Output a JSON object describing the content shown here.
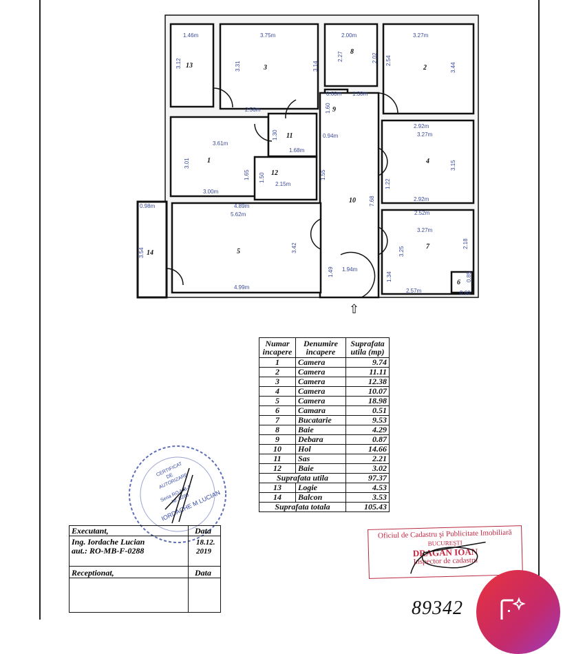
{
  "plan": {
    "rooms": [
      "1",
      "2",
      "3",
      "4",
      "5",
      "6",
      "7",
      "8",
      "9",
      "10",
      "11",
      "12",
      "13",
      "14"
    ],
    "dims": {
      "d13w": "1.46m",
      "d3w": "3.75m",
      "d8w": "2.00m",
      "d2w": "3.27m",
      "d13h": "3.12",
      "d3h": "3.31",
      "d3h2": "3.14",
      "d8h": "2.27",
      "d8h2": "2.02",
      "d2h": "2.54",
      "d2h2": "3.44",
      "d9w": "0.60m",
      "d9b": "1.30m",
      "d9h": "1.60",
      "d3b": "2.56m",
      "d11a": "0.94m",
      "d1w": "3.61m",
      "d11w": "1.68m",
      "d11h": "1.30",
      "d1h": "3.01",
      "d1h2": "1.65",
      "d12h": "1.50",
      "d12w": "2.15m",
      "d10h": "1.55",
      "d10h2": "7.68",
      "d1b": "3.00m",
      "d4a": "2.92m",
      "d4b": "3.27m",
      "d4h": "3.15",
      "d4h2": "1.22",
      "d4c": "2.92m",
      "d5a": "4.89m",
      "d14w": "0.98m",
      "d5b": "5.62m",
      "d14h": "3.54",
      "d5h": "3.42",
      "d10b": "1.49",
      "d10w": "1.94m",
      "d5c": "4.99m",
      "d7a": "2.52m",
      "d7b": "3.27m",
      "d7h": "2.18",
      "d7h2": "3.25",
      "d7h3": "1.34",
      "d7c": "2.57m",
      "d6h": "0.85",
      "d6w": "0.60"
    },
    "entrance_arrow": "⇧"
  },
  "table": {
    "headers": [
      [
        "Numar",
        "incapere"
      ],
      [
        "Denumire",
        "incapere"
      ],
      [
        "Suprafata",
        "utila (mp)"
      ]
    ],
    "rows": [
      [
        "1",
        "Camera",
        "9.74"
      ],
      [
        "2",
        "Camera",
        "11.11"
      ],
      [
        "3",
        "Camera",
        "12.38"
      ],
      [
        "4",
        "Camera",
        "10.07"
      ],
      [
        "5",
        "Camera",
        "18.98"
      ],
      [
        "6",
        "Camara",
        "0.51"
      ],
      [
        "7",
        "Bucatarie",
        "9.53"
      ],
      [
        "8",
        "Baie",
        "4.29"
      ],
      [
        "9",
        "Debara",
        "0.87"
      ],
      [
        "10",
        "Hol",
        "14.66"
      ],
      [
        "11",
        "Sas",
        "2.21"
      ],
      [
        "12",
        "Baie",
        "3.02"
      ]
    ],
    "subtotal_label": "Suprafata utila",
    "subtotal": "97.37",
    "extra_rows": [
      [
        "13",
        "Logie",
        "4.53"
      ],
      [
        "14",
        "Balcon",
        "3.53"
      ]
    ],
    "total_label": "Suprafata totala",
    "total": "105.43"
  },
  "signature_box": {
    "executant_label": "Executant,",
    "data_label": "Data",
    "executant_name": "Ing. Iordache Lucian",
    "authorization": "aut.: RO-MB-F-0288",
    "date_line1": "18.12.",
    "date_line2": "2019",
    "receptionat_label": "Receptionat,",
    "data_label2": "Data"
  },
  "round_stamp": {
    "lines": [
      "CERTIFICAT",
      "DE",
      "AUTORIZARE",
      "Seria RO-MB-F",
      "Nr. 0288",
      "IORDACHE M LUCIAN"
    ]
  },
  "red_stamp": {
    "office": "Oficiul de Cadastru şi Publicitate Imobiliară",
    "city": "BUCUREŞTI",
    "name": "DRAGAN IOAN",
    "title": "Inspector de cadastru"
  },
  "handwritten_number": "89342",
  "colors": {
    "stamp_red": "#c4243f",
    "stamp_blue": "#3548a8",
    "dim_blue": "#3a4a9a",
    "fab_start": "#e8323c",
    "fab_end": "#9b3cc0"
  },
  "fab": {
    "icon": "edit-sparkle-icon"
  }
}
